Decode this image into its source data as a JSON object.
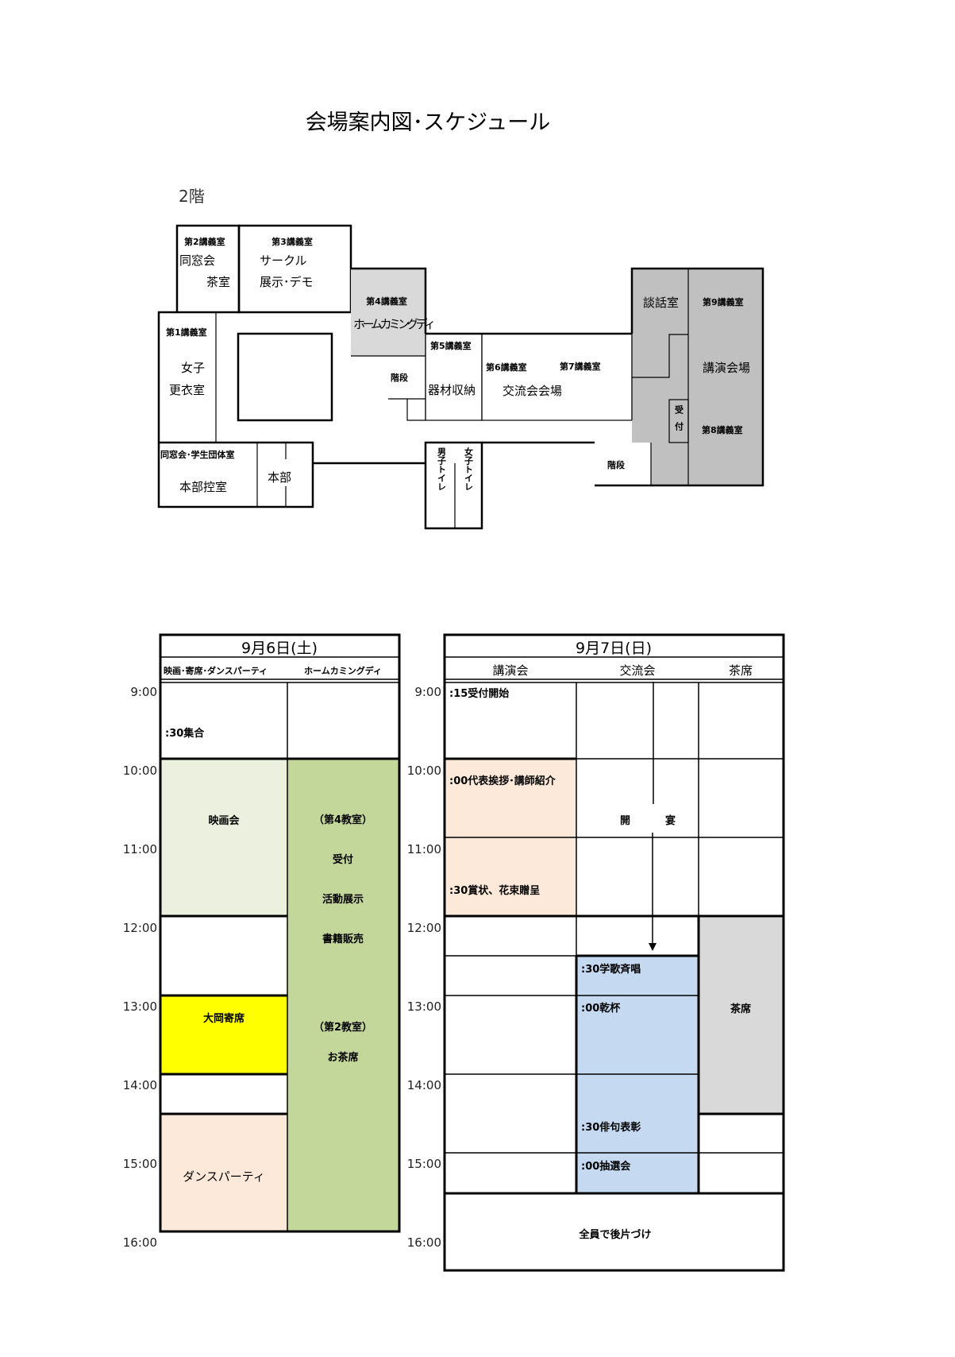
{
  "title": "会場案内図･スケジュール",
  "floor_label": "2階",
  "floor_plan": {
    "room2": {
      "name": "第2講義室",
      "line1": "同窓会",
      "line2": "茶室"
    },
    "room3": {
      "name": "第3講義室",
      "line1": "サークル",
      "line2": "展示･デモ"
    },
    "room4": {
      "name": "第4講義室",
      "line1": "ホームカミングディ"
    },
    "room1": {
      "name": "第1講義室",
      "line1": "女子",
      "line2": "更衣室"
    },
    "office": {
      "name": "同窓会･学生団体室",
      "line1": "本部控室"
    },
    "hq": "本部",
    "stairs_left": "階段",
    "room5": {
      "name": "第5講義室",
      "line1": "器材収納"
    },
    "toilet_m": "男子トイレ",
    "toilet_f": "女子トイレ",
    "room6": {
      "name": "第6講義室"
    },
    "room7": {
      "name": "第7講義室"
    },
    "exchange_hall": "交流会会場",
    "lounge": "談話室",
    "room9": {
      "name": "第9講義室"
    },
    "lecture_hall": "講演会場",
    "reception": "受付",
    "room8": {
      "name": "第8講義室"
    },
    "stairs_right": "階段"
  },
  "colors": {
    "gray": "#c0c0c0",
    "light_gray": "#d9d9d9",
    "pale_green": "#ebf1de",
    "green": "#c4d79b",
    "yellow": "#ffff00",
    "peach": "#fde9d9",
    "blue": "#c5d9f1"
  },
  "times": [
    "9:00",
    "10:00",
    "11:00",
    "12:00",
    "13:00",
    "14:00",
    "15:00",
    "16:00"
  ],
  "day1": {
    "header": "9月6日(土)",
    "col1": "映画･寄席･ダンスパーティ",
    "col2": "ホームカミングディ",
    "gather": ":30集合",
    "movie": "映画会",
    "yose": "大岡寄席",
    "dance": "ダンスパーティ",
    "hc_room1": "（第4教室）",
    "hc_reception": "受付",
    "hc_display": "活動展示",
    "hc_books": "書籍販売",
    "hc_room2": "（第2教室）",
    "hc_tea": "お茶席"
  },
  "day2": {
    "header": "9月7日(日)",
    "col1": "講演会",
    "col2": "交流会",
    "col3": "茶席",
    "reception_open": ":15受付開始",
    "greeting": ":00代表挨拶･講師紹介",
    "award": ":30賞状、花束贈呈",
    "open_1": "開",
    "open_2": "宴",
    "song": ":30学歌斉唱",
    "toast": ":00乾杯",
    "haiku": ":30俳句表彰",
    "lottery": ":00抽選会",
    "tea": "茶席",
    "cleanup": "全員で後片づけ"
  }
}
